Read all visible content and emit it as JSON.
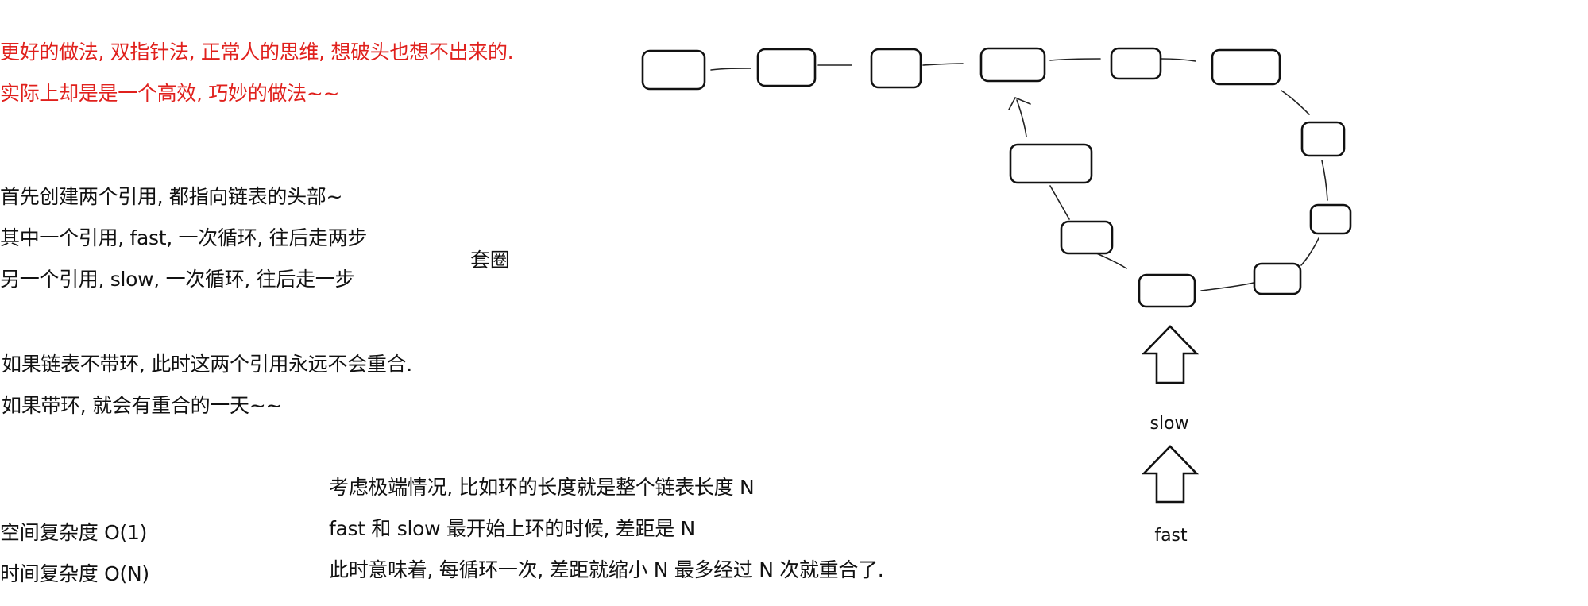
{
  "intro": {
    "line1": "更好的做法, 双指针法, 正常人的思维, 想破头也想不出来的.",
    "line2": "实际上却是是一个高效, 巧妙的做法~~",
    "color": "#e0201c"
  },
  "steps": {
    "line1": "首先创建两个引用, 都指向链表的头部~",
    "line2": "其中一个引用, fast, 一次循环, 往后走两步",
    "line3": "另一个引用, slow, 一次循环, 往后走一步"
  },
  "side_note": "套圈",
  "cycle": {
    "line1": "如果链表不带环, 此时这两个引用永远不会重合.",
    "line2": "如果带环, 就会有重合的一天~~"
  },
  "complexity": {
    "space": "空间复杂度 O(1)",
    "time": "时间复杂度 O(N)"
  },
  "analysis": {
    "line1": "考虑极端情况, 比如环的长度就是整个链表长度 N",
    "line2": "fast 和 slow 最开始上环的时候, 差距是 N",
    "line3": "此时意味着, 每循环一次, 差距就缩小 N 最多经过 N 次就重合了."
  },
  "pointers": {
    "slow_label": "slow",
    "fast_label": "fast"
  }
}
